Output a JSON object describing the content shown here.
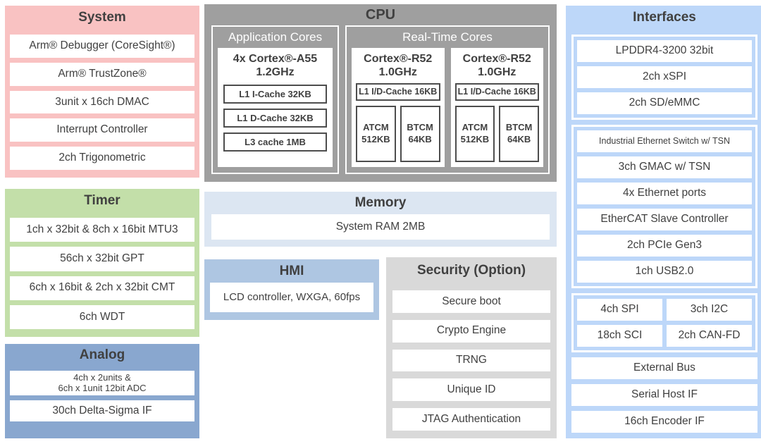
{
  "colors": {
    "system_bg": "#f9c2c2",
    "timer_bg": "#c3dfa9",
    "analog_bg": "#89a7cf",
    "cpu_bg": "#9f9f9f",
    "memory_bg": "#dce6f2",
    "hmi_bg": "#aec6e2",
    "security_bg": "#d9d9d9",
    "interfaces_bg": "#bdd7f9",
    "text": "#404040"
  },
  "system": {
    "title": "System",
    "items": [
      "Arm® Debugger (CoreSight®)",
      "Arm® TrustZone®",
      "3unit x 16ch DMAC",
      "Interrupt Controller",
      "2ch Trigonometric"
    ]
  },
  "timer": {
    "title": "Timer",
    "items": [
      "1ch x 32bit & 8ch x 16bit MTU3",
      "56ch x 32bit GPT",
      "6ch x 16bit & 2ch x 32bit CMT",
      "6ch WDT"
    ]
  },
  "analog": {
    "title": "Analog",
    "items": [
      "4ch x 2units &\n6ch x 1unit 12bit ADC",
      "30ch Delta-Sigma IF"
    ]
  },
  "cpu": {
    "title": "CPU",
    "app": {
      "title": "Application Cores",
      "core_name": "4x Cortex®-A55",
      "core_freq": "1.2GHz",
      "caches": [
        "L1 I-Cache 32KB",
        "L1 D-Cache 32KB",
        "L3 cache 1MB"
      ]
    },
    "rt": {
      "title": "Real-Time Cores",
      "cores": [
        {
          "name": "Cortex®-R52",
          "freq": "1.0GHz",
          "cache": "L1 I/D-Cache 16KB",
          "atcm": "ATCM\n512KB",
          "btcm": "BTCM\n64KB"
        },
        {
          "name": "Cortex®-R52",
          "freq": "1.0GHz",
          "cache": "L1 I/D-Cache 16KB",
          "atcm": "ATCM\n512KB",
          "btcm": "BTCM\n64KB"
        }
      ]
    }
  },
  "memory": {
    "title": "Memory",
    "items": [
      "System RAM 2MB"
    ]
  },
  "hmi": {
    "title": "HMI",
    "items": [
      "LCD controller, WXGA, 60fps"
    ]
  },
  "security": {
    "title": "Security (Option)",
    "items": [
      "Secure boot",
      "Crypto Engine",
      "TRNG",
      "Unique ID",
      "JTAG Authentication"
    ]
  },
  "interfaces": {
    "title": "Interfaces",
    "memory_group": [
      "LPDDR4-3200 32bit",
      "2ch xSPI",
      "2ch SD/eMMC"
    ],
    "network_group": [
      "Industrial Ethernet Switch w/ TSN",
      "3ch GMAC w/ TSN",
      "4x Ethernet ports",
      "EtherCAT Slave Controller",
      "2ch PCIe Gen3",
      "1ch USB2.0"
    ],
    "serial_group": [
      "4ch SPI",
      "3ch I2C",
      "18ch SCI",
      "2ch CAN-FD"
    ],
    "other": [
      "External Bus",
      "Serial Host IF",
      "16ch Encoder IF"
    ]
  }
}
